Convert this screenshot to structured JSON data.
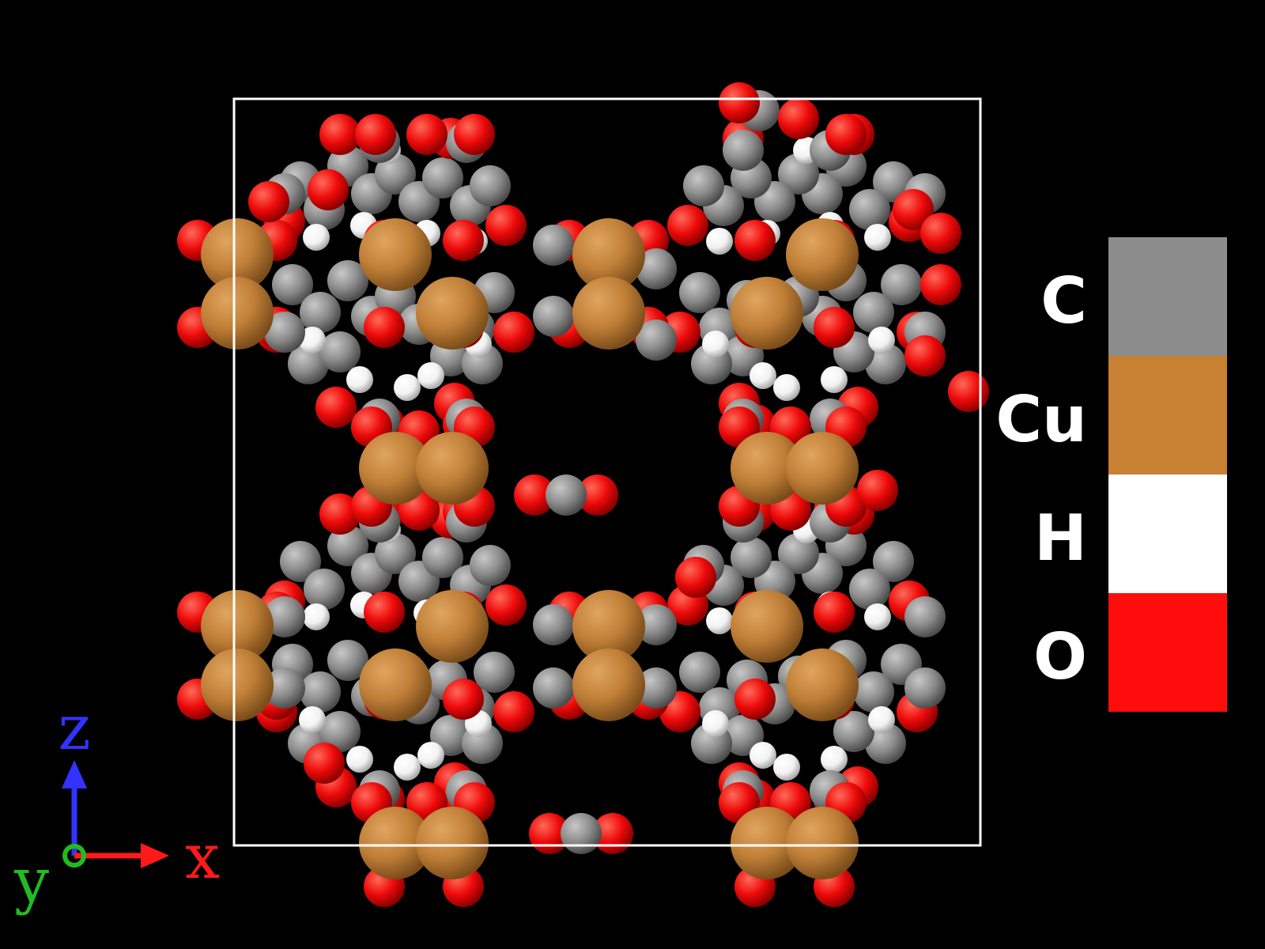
{
  "legend": {
    "items": [
      {
        "element": "C",
        "color": "#8c8c8c"
      },
      {
        "element": "Cu",
        "color": "#c88033"
      },
      {
        "element": "H",
        "color": "#ffffff"
      },
      {
        "element": "O",
        "color": "#ff0d0d"
      }
    ]
  },
  "axes": {
    "x": {
      "label": "x",
      "color": "#ff1a1a"
    },
    "y": {
      "label": "y",
      "color": "#22bb22"
    },
    "z": {
      "label": "z",
      "color": "#3333ff"
    }
  },
  "colors": {
    "background": "#000000",
    "cell_outline": "#ffffff"
  }
}
